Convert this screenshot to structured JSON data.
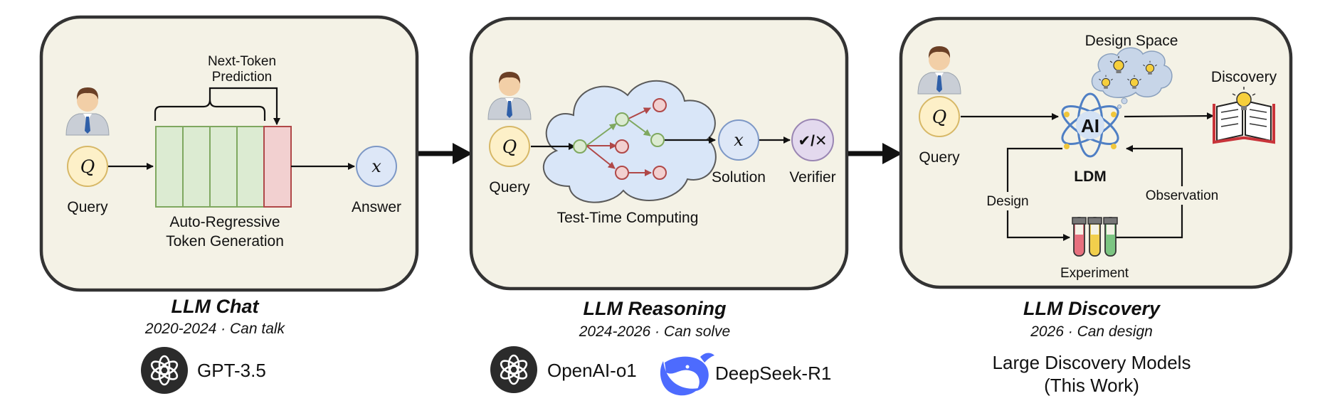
{
  "colors": {
    "panel_fill": "#f4f2e6",
    "panel_stroke": "#333333",
    "token_green": "#dcebd2",
    "token_red": "#f2d0d0",
    "node_blue": "#dde7f7",
    "query_fill": "#fdf0c8",
    "verifier_fill": "#e3d9ee",
    "cloud_fill": "#d9e6f8",
    "deepseek": "#4d6bfe"
  },
  "panel1": {
    "query": "Query",
    "query_symbol": "Q",
    "next_token_line1": "Next-Token",
    "next_token_line2": "Prediction",
    "gen_line1": "Auto-Regressive",
    "gen_line2": "Token Generation",
    "answer_symbol": "x",
    "answer": "Answer",
    "title": "LLM Chat",
    "subtitle": "2020-2024 · Can talk",
    "model": "GPT-3.5"
  },
  "panel2": {
    "query": "Query",
    "query_symbol": "Q",
    "cloud_label": "Test-Time Computing",
    "solution_symbol": "x",
    "solution": "Solution",
    "verifier_symbol": "✔/✕",
    "verifier": "Verifier",
    "title": "LLM Reasoning",
    "subtitle": "2024-2026 · Can solve",
    "model1": "OpenAI-o1",
    "model2": "DeepSeek-R1"
  },
  "panel3": {
    "design_space": "Design Space",
    "discovery": "Discovery",
    "query": "Query",
    "query_symbol": "Q",
    "ai_symbol": "AI",
    "ldm": "LDM",
    "design": "Design",
    "observation": "Observation",
    "experiment": "Experiment",
    "title": "LLM Discovery",
    "subtitle": "2026 · Can design",
    "footer_line1": "Large Discovery Models",
    "footer_line2": "(This Work)"
  },
  "icons": [
    "person-icon",
    "openai-logo-icon",
    "deepseek-whale-icon",
    "lightbulb-icon",
    "atom-ai-icon",
    "book-icon",
    "test-tubes-icon",
    "cloud-icon"
  ]
}
